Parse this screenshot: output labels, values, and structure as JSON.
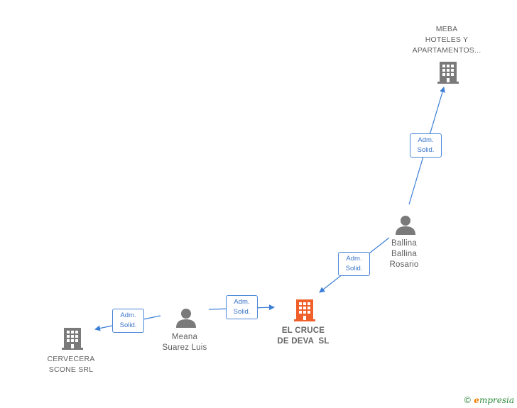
{
  "nodes": {
    "meba": {
      "lines": [
        "MEBA",
        "HOTELES Y",
        "APARTAMENTOS..."
      ],
      "type": "company"
    },
    "ballina": {
      "lines": [
        "Ballina",
        "Ballina",
        "Rosario"
      ],
      "type": "person"
    },
    "el_cruce": {
      "lines": [
        "EL CRUCE",
        "DE DEVA  SL"
      ],
      "type": "company",
      "focus": true
    },
    "meana": {
      "lines": [
        "Meana",
        "Suarez Luis"
      ],
      "type": "person"
    },
    "cervecera": {
      "lines": [
        "CERVECERA",
        "SCONE SRL"
      ],
      "type": "company"
    }
  },
  "edges": [
    {
      "from": "ballina",
      "to": "meba",
      "label": [
        "Adm.",
        "Solid."
      ]
    },
    {
      "from": "ballina",
      "to": "el_cruce",
      "label": [
        "Adm.",
        "Solid."
      ]
    },
    {
      "from": "meana",
      "to": "el_cruce",
      "label": [
        "Adm.",
        "Solid."
      ]
    },
    {
      "from": "meana",
      "to": "cervecera",
      "label": [
        "Adm.",
        "Solid."
      ]
    }
  ],
  "colors": {
    "edge": "#3c7fd6",
    "company_icon": "#7a7a7a",
    "focus_icon": "#f0602a",
    "person_icon": "#7a7a7a"
  },
  "icons": {
    "company": "building-icon",
    "person": "person-icon"
  },
  "footer": {
    "copyright": "©",
    "brand_initial": "e",
    "brand_rest": "mpresia"
  }
}
